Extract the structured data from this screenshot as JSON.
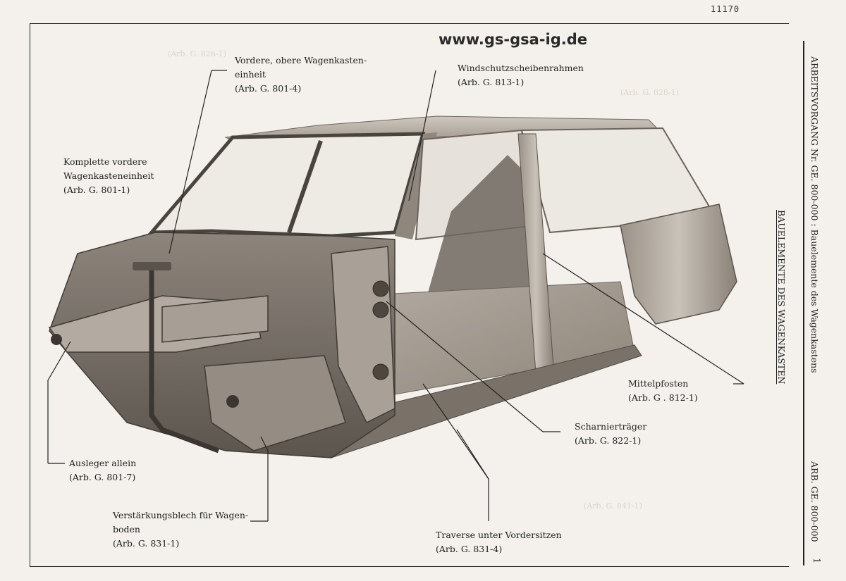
{
  "page": {
    "number_top": "11170",
    "page_number": "1"
  },
  "watermark": "www.gs-gsa-ig.de",
  "side": {
    "operation": "ARBEITSVORGANG Nr.   GE. 800-000 : Bauelemente des Wagenkastens",
    "section_title": "BAUELEMENTE DES WAGENKASTEN",
    "arb_code": "ARB. GE. 800-000"
  },
  "labels": {
    "vordere_obere": {
      "line1": "Vordere, obere Wagenkasten-",
      "line2": "einheit",
      "line3": "(Arb. G. 801-4)"
    },
    "windschutz": {
      "line1": "Windschutzscheibenrahmen",
      "line2": "(Arb. G. 813-1)"
    },
    "komplette": {
      "line1": "Komplette vordere",
      "line2": "Wagenkasteneinheit",
      "line3": "(Arb. G. 801-1)"
    },
    "mittelpfosten": {
      "line1": "Mittelpfosten",
      "line2": "(Arb. G  . 812-1)"
    },
    "scharnier": {
      "line1": "Scharnierträger",
      "line2": "(Arb. G. 822-1)"
    },
    "ausleger": {
      "line1": "Ausleger allein",
      "line2": "(Arb. G. 801-7)"
    },
    "verstaerkung": {
      "line1": "Verstärkungsblech für Wagen-",
      "line2": "boden",
      "line3": "(Arb. G. 831-1)"
    },
    "traverse": {
      "line1": "Traverse unter Vordersitzen",
      "line2": "(Arb. G. 831-4)"
    }
  },
  "colors": {
    "paper": "#f4f1ec",
    "ink": "#1e1e1e",
    "metal_light": "#bdb6ad",
    "metal_dark": "#5a544e"
  }
}
